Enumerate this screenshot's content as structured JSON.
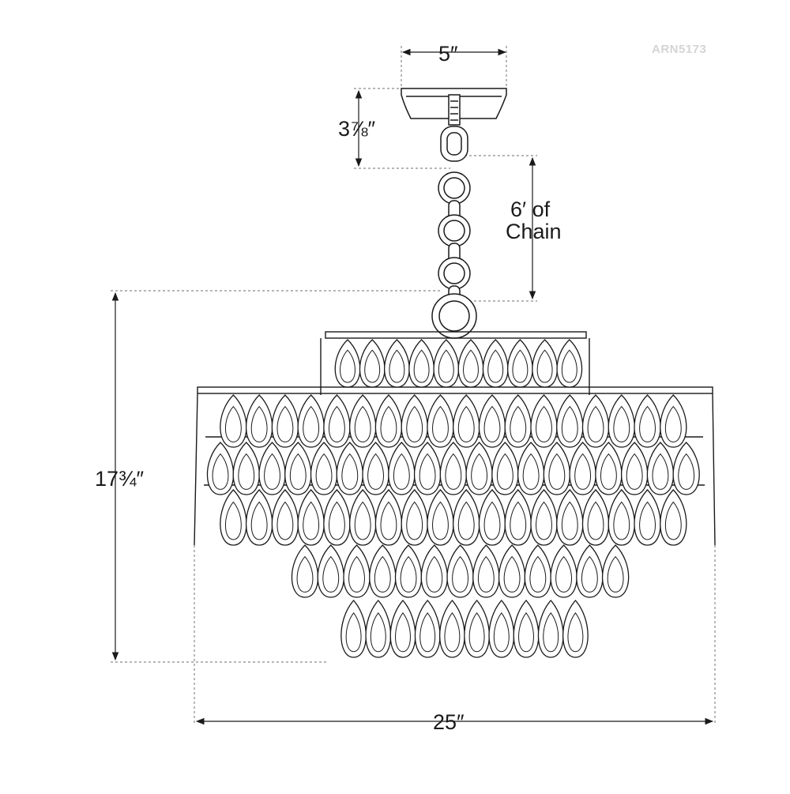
{
  "model_code": "ARN5173",
  "dimensions": {
    "top_width": "5″",
    "canopy_height": "3⅞″",
    "chain_line1": "6′ of",
    "chain_line2": "Chain",
    "overall_height": "17¾″",
    "overall_width": "25″"
  },
  "colors": {
    "line": "#1a1a1a",
    "dashed": "#8a8a8a",
    "model_code": "#d4d4d4"
  }
}
